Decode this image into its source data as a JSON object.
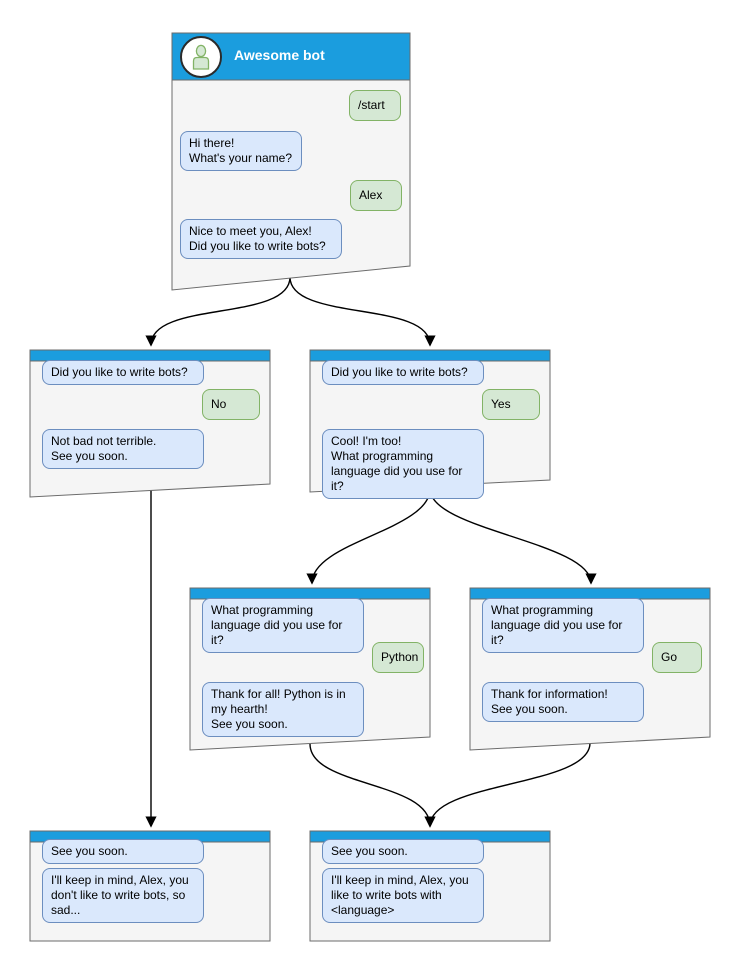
{
  "colors": {
    "header_blue": "#1B9DDE",
    "node_fill": "#F5F5F5",
    "node_border": "#6B6B6B",
    "bot_bubble_fill": "#DAE8FC",
    "bot_bubble_border": "#6C8EBF",
    "user_bubble_fill": "#D5E8D4",
    "user_bubble_border": "#82B366",
    "arrow_color": "#000000",
    "title_color": "#FFFFFF"
  },
  "root_card": {
    "title": "Awesome bot",
    "avatar_icon": "person-icon",
    "messages": [
      {
        "from": "user",
        "text": "/start"
      },
      {
        "from": "bot",
        "text": "Hi there!\nWhat's your name?"
      },
      {
        "from": "user",
        "text": "Alex"
      },
      {
        "from": "bot",
        "text": "Nice to meet you, Alex!\nDid you like to write bots?"
      }
    ]
  },
  "branch_nodes": [
    {
      "id": "no-branch",
      "bubbles": [
        {
          "from": "bot",
          "text": "Did you like to write bots?"
        },
        {
          "from": "user",
          "text": "No"
        },
        {
          "from": "bot",
          "text": "Not bad not terrible.\nSee you soon."
        }
      ]
    },
    {
      "id": "yes-branch",
      "bubbles": [
        {
          "from": "bot",
          "text": "Did you like to write bots?"
        },
        {
          "from": "user",
          "text": "Yes"
        },
        {
          "from": "bot",
          "text": "Cool! I'm too!\nWhat programming\nlanguage did you use for it?"
        }
      ]
    },
    {
      "id": "python-branch",
      "bubbles": [
        {
          "from": "bot",
          "text": "What programming\nlanguage did you use for it?"
        },
        {
          "from": "user",
          "text": "Python"
        },
        {
          "from": "bot",
          "text": "Thank for all! Python is in\nmy hearth!\nSee you soon."
        }
      ]
    },
    {
      "id": "go-branch",
      "bubbles": [
        {
          "from": "bot",
          "text": "What programming\nlanguage did you use for it?"
        },
        {
          "from": "user",
          "text": "Go"
        },
        {
          "from": "bot",
          "text": "Thank for information!\nSee you soon."
        }
      ]
    },
    {
      "id": "end-no",
      "bubbles": [
        {
          "from": "bot",
          "text": "See you soon."
        },
        {
          "from": "bot",
          "text": "I'll keep in mind, Alex, you\ndon't like to write bots, so\nsad..."
        }
      ]
    },
    {
      "id": "end-yes",
      "bubbles": [
        {
          "from": "bot",
          "text": "See you soon."
        },
        {
          "from": "bot",
          "text": "I'll keep in mind, Alex, you\nlike to write bots with\n<language>"
        }
      ]
    }
  ]
}
